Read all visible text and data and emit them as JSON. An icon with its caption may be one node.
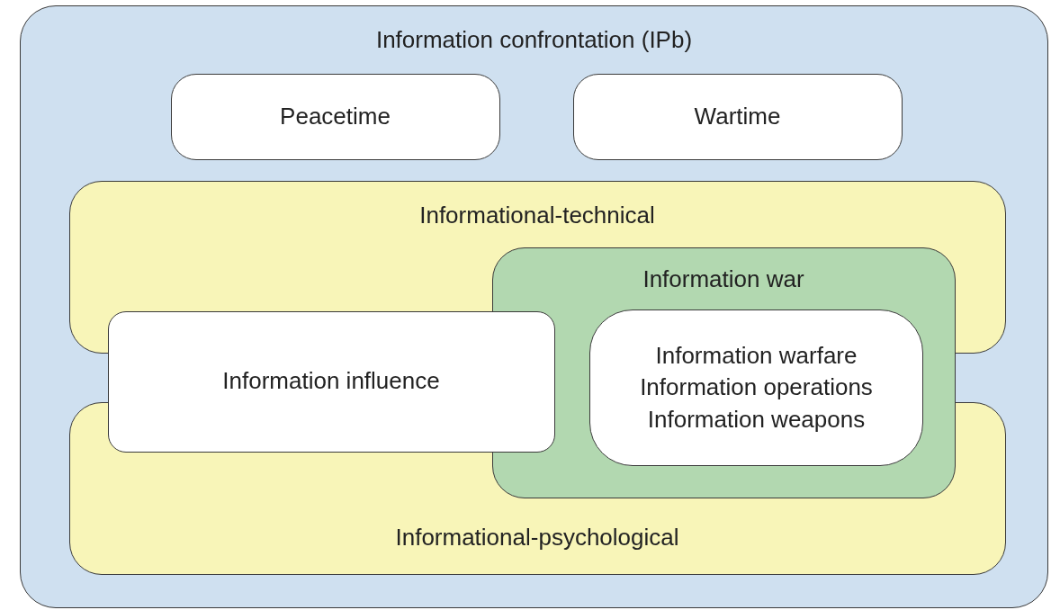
{
  "diagram": {
    "nodes": [
      {
        "text": [
          "Information confrontation (IPb)"
        ]
      },
      {
        "text": [
          "Peacetime"
        ],
        "in": 0
      },
      {
        "text": [
          "Wartime"
        ],
        "in": 0
      },
      {
        "text": [
          "Informational-technical"
        ],
        "in": 0
      },
      {
        "text": [
          "Informational-psychological"
        ],
        "in": 0
      },
      {
        "text": [
          "Information war"
        ],
        "in": 0
      },
      {
        "text": [
          "Information influence"
        ],
        "in": 0
      },
      {
        "text": [
          "Information warfare",
          "Information operations",
          "Information weapons"
        ],
        "in": 5
      }
    ]
  }
}
